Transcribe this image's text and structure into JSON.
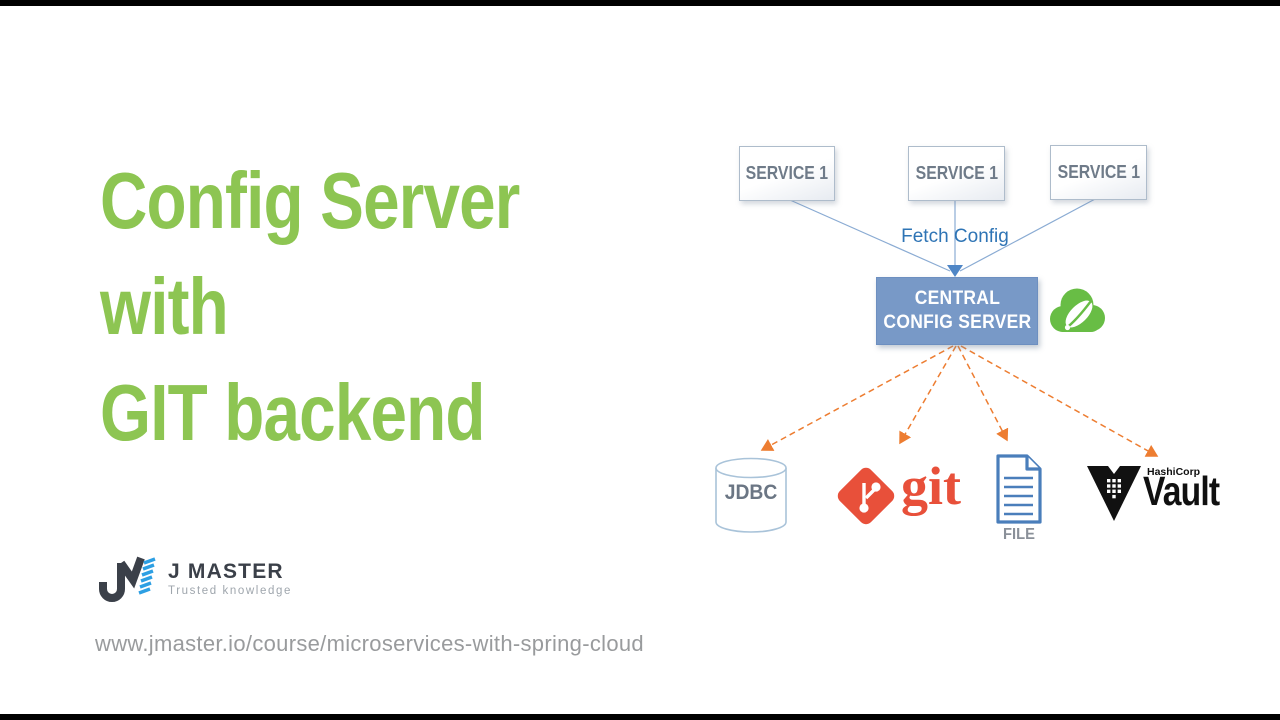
{
  "title": {
    "lines": {
      "0": "Config Server",
      "1": "with",
      "2": "GIT backend"
    },
    "color": "#8dc552"
  },
  "diagram": {
    "services": {
      "0": {
        "label": "SERVICE 1"
      },
      "1": {
        "label": "SERVICE 1"
      },
      "2": {
        "label": "SERVICE 1"
      }
    },
    "fetch_label": "Fetch Config",
    "central_box": {
      "line1": "CENTRAL",
      "line2": "CONFIG SERVER",
      "color": "#7899c7"
    },
    "backends": {
      "jdbc": {
        "label": "JDBC"
      },
      "git": {
        "wordmark": "git"
      },
      "file": {
        "label": "FILE"
      },
      "vault": {
        "brand": "HashiCorp",
        "name": "Vault"
      }
    },
    "icons": {
      "spring": "spring-cloud-logo",
      "git": "git-logo",
      "jdbc": "database-cylinder-icon",
      "file": "document-icon",
      "vault": "vault-triangle-logo"
    },
    "colors": {
      "connector_blue": "#8aabd3",
      "fetch_text_blue": "#2e74b5",
      "arrow_orange": "#ed7d31",
      "git_orange": "#e8503a",
      "spring_green": "#68bd45",
      "file_blue": "#4a7ebb"
    }
  },
  "footer": {
    "logo": {
      "name": "J MASTER",
      "tagline": "Trusted knowledge"
    },
    "url": "www.jmaster.io/course/microservices-with-spring-cloud"
  }
}
